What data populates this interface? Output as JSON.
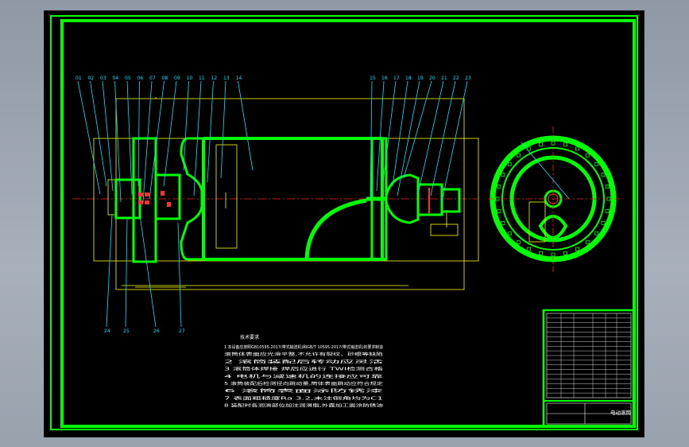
{
  "drawing": {
    "background_color": "#000000",
    "frame_color": "#00ff00",
    "line_color": "#00ff00",
    "leader_color": "#00e5ff",
    "dimension_color": "#ffff00",
    "centerline_color": "#ff2020",
    "text_color": "#ffffff"
  },
  "callouts_top_left": [
    "01",
    "02",
    "03",
    "04",
    "05",
    "06",
    "07",
    "08",
    "09",
    "10",
    "11",
    "12",
    "13",
    "14"
  ],
  "callouts_top_right": [
    "15",
    "16",
    "17",
    "18",
    "19",
    "20",
    "21",
    "22",
    "23"
  ],
  "callouts_bottom": [
    "24",
    "25",
    "26",
    "27"
  ],
  "tech_requirements": {
    "title": "技术要求",
    "lines": [
      "1 本设备应按照GB10595-2017(带式输送机)和GB/T 10595-2017(带式输送机)的要求制造",
      "滚筒体表面应光滑平整,不允许有裂纹、砂眼等缺陷",
      "2 滚筒装配后转动应灵活",
      "3 滚筒体焊接 焊后应进行 TWI检测合格",
      "4 电机与减速机的连接应可靠",
      "5 滚筒装配后检测径向跳动量,筒体表面跳动应符合规定",
      "6 滚筒表面涂防锈漆",
      "7 表面粗糙度Ra 3.2,未注倒角均为C1",
      "8 装配时各润滑部位加注润滑脂,外露加工面涂防锈油"
    ]
  },
  "title_block": {
    "drawing_title": "电动滚筒",
    "rows": 18
  }
}
